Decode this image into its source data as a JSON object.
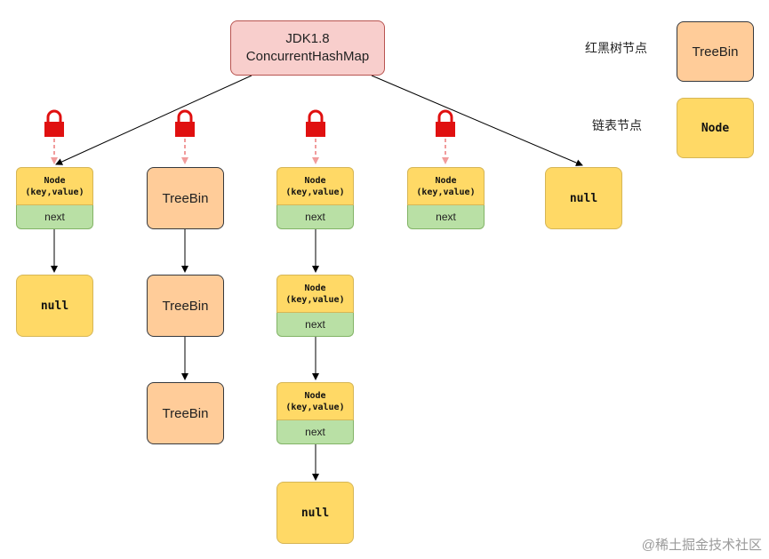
{
  "root": {
    "line1": "JDK1.8",
    "line2": "ConcurrentHashMap"
  },
  "node": {
    "title": "Node",
    "kv": "(key,value)",
    "next": "next"
  },
  "treebin_label": "TreeBin",
  "null_label": "null",
  "legend": {
    "redblack_label": "红黑树节点",
    "redblack_box": "TreeBin",
    "list_label": "链表节点",
    "list_box": "Node"
  },
  "watermark": "@稀土掘金技术社区",
  "colors": {
    "root_fill": "#f8cecc",
    "treebin_fill": "#ffcc99",
    "node_fill": "#ffd966",
    "next_fill": "#b9e0a5",
    "lock": "#e01010",
    "lock_arrow": "#f19c9c"
  },
  "icons": [
    "lock-icon"
  ]
}
